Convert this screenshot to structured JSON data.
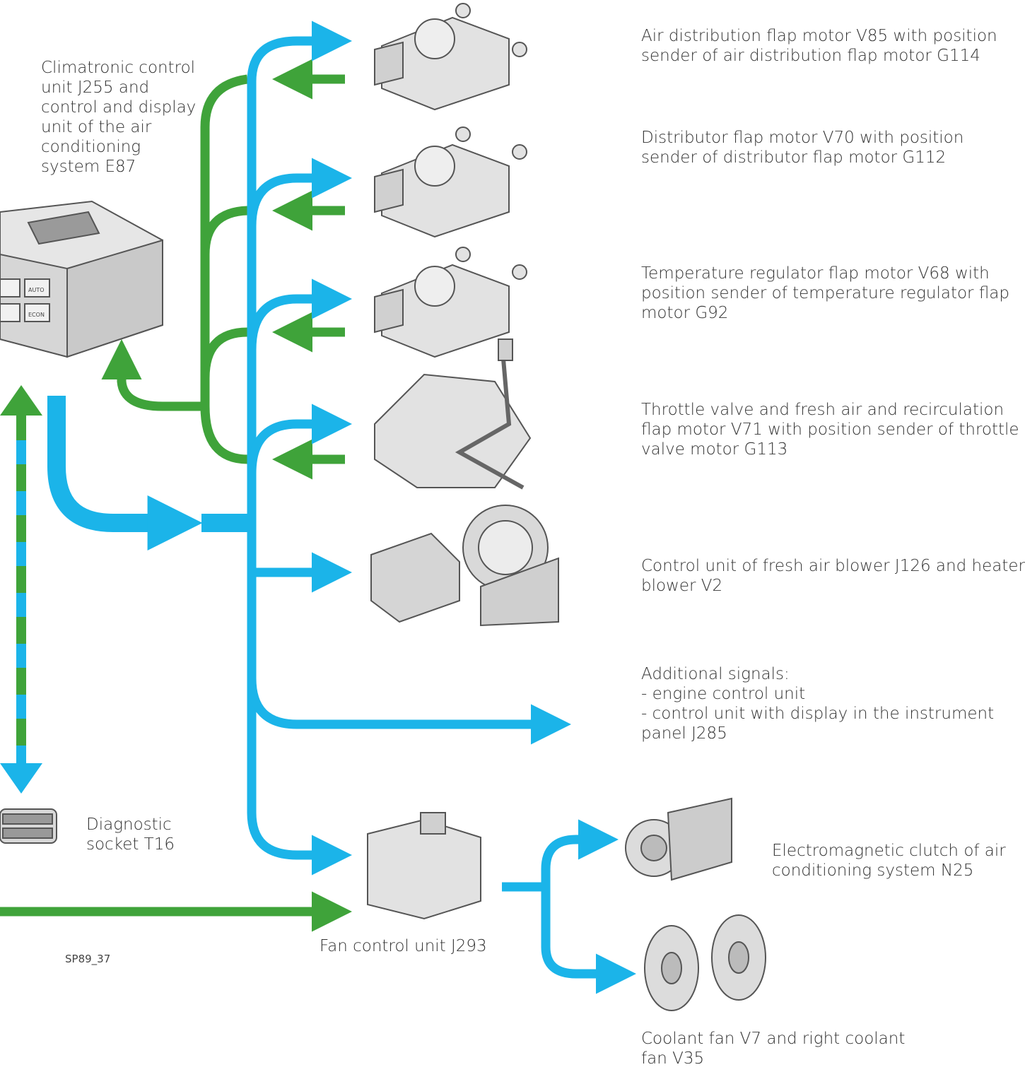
{
  "labels": {
    "climatronic": [
      "Climatronic control",
      "unit J255 and",
      "control and display",
      "unit of the air",
      "conditioning",
      "system E87"
    ],
    "v85": [
      "Air distribution flap motor V85 with position",
      "sender of air distribution flap motor G114"
    ],
    "v70": [
      "Distributor flap motor V70 with position",
      "sender of distributor flap motor G112"
    ],
    "v68": [
      "Temperature regulator flap motor V68 with",
      "position sender of temperature regulator flap",
      "motor G92"
    ],
    "v71": [
      "Throttle valve and fresh air and recirculation",
      "flap motor V71 with position sender of throttle",
      "valve motor G113"
    ],
    "j126": [
      "Control unit of fresh air blower J126 and heater",
      "blower V2"
    ],
    "additional": [
      "Additional signals:",
      "- engine control unit",
      "- control unit with display in the instrument",
      "panel J285"
    ],
    "diagnostic": [
      "Diagnostic",
      "socket T16"
    ],
    "n25": [
      "Electromagnetic clutch of air",
      "conditioning system N25"
    ],
    "j293": [
      "Fan control unit J293"
    ],
    "v7": [
      "Coolant fan V7 and right coolant",
      "fan V35"
    ]
  },
  "figure_code": "SP89_37",
  "unit_buttons": {
    "auto": "AUTO",
    "econ": "ECON"
  },
  "colors": {
    "blue": "#1bb4e9",
    "green": "#3fa33a",
    "part_fill": "#e2e2e2",
    "part_stroke": "#555555"
  }
}
